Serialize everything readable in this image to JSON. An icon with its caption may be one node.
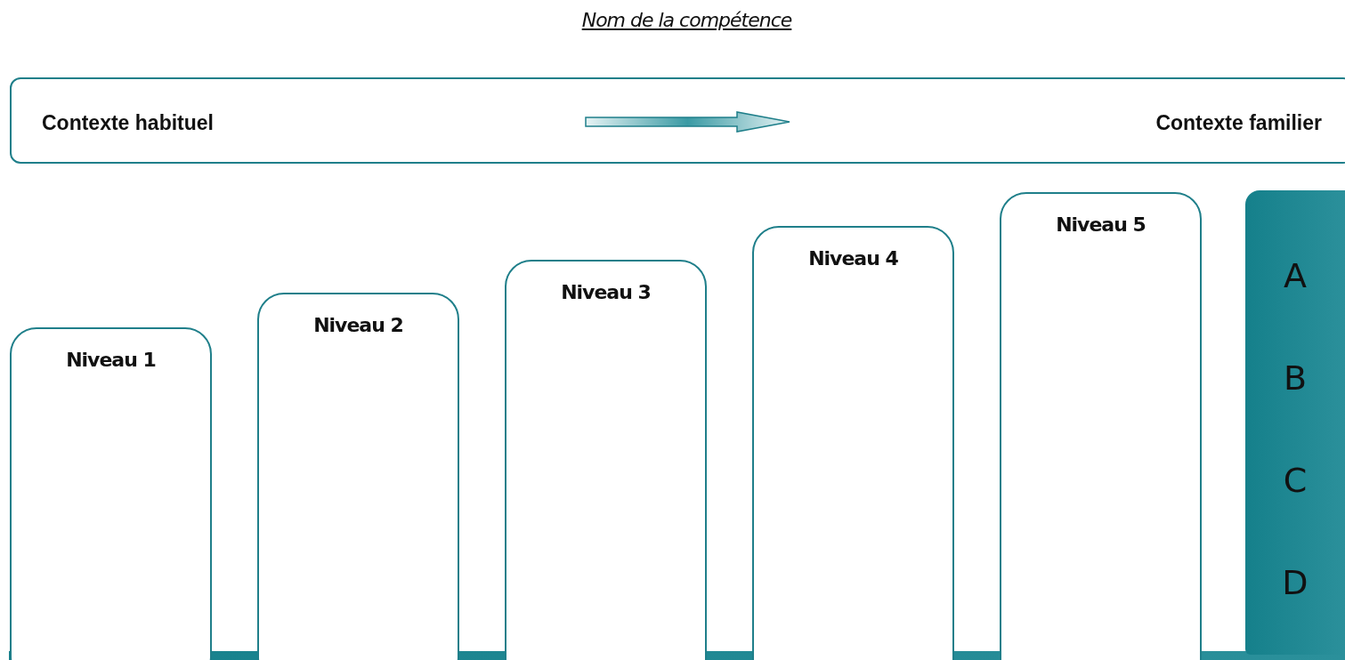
{
  "diagram": {
    "title": "Nom de la compétence",
    "nodes": [
      {
        "text": [
          "Contexte habituel",
          "Contexte familier"
        ]
      },
      {
        "text": [
          "Niveau 1"
        ]
      },
      {
        "text": [
          "Niveau 2"
        ]
      },
      {
        "text": [
          "Niveau 3"
        ]
      },
      {
        "text": [
          "Niveau 4"
        ]
      },
      {
        "text": [
          "Niveau 5"
        ]
      },
      {
        "text": [
          "A",
          "B",
          "C",
          "D"
        ]
      }
    ],
    "edges": []
  }
}
